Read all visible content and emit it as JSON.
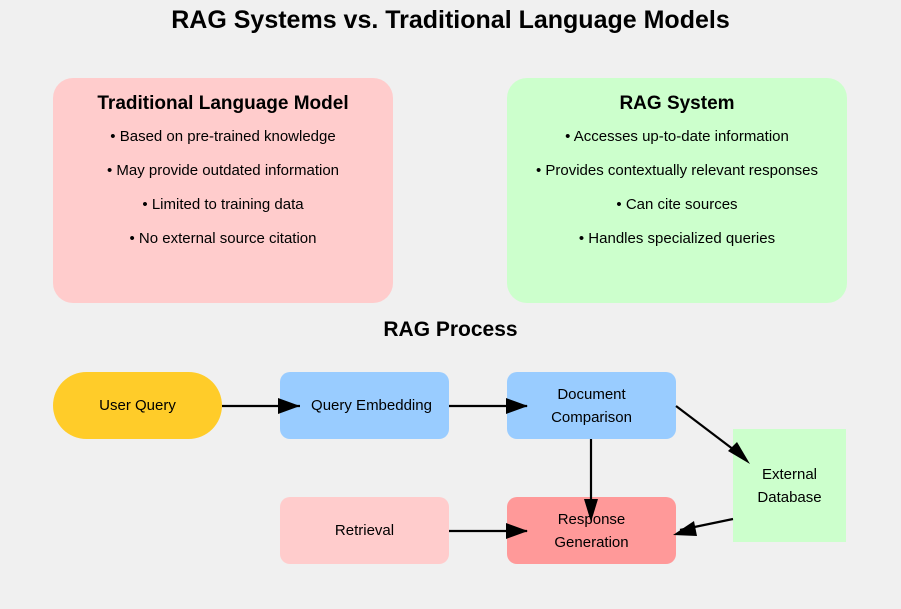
{
  "title": "RAG Systems vs. Traditional Language Models",
  "comparison": {
    "traditional": {
      "heading": "Traditional Language Model",
      "color": "#ffcccc",
      "items": [
        "• Based on pre-trained knowledge",
        "• May provide outdated information",
        "• Limited to training data",
        "• No external source citation"
      ]
    },
    "rag": {
      "heading": "RAG System",
      "color": "#ccffcc",
      "items": [
        "• Accesses up-to-date information",
        "• Provides contextually relevant responses",
        "• Can cite sources",
        "• Handles specialized queries"
      ]
    }
  },
  "process": {
    "title": "RAG Process",
    "nodes": {
      "user_query": {
        "label": "User Query",
        "color": "#ffcc29"
      },
      "query_embedding": {
        "label": "Query Embedding",
        "color": "#99ccff"
      },
      "document_comparison": {
        "line1": "Document",
        "line2": "Comparison",
        "color": "#99ccff"
      },
      "external_database": {
        "line1": "External",
        "line2": "Database",
        "color": "#ccffcc"
      },
      "retrieval": {
        "label": "Retrieval",
        "color": "#ffcccc"
      },
      "response_generation": {
        "line1": "Response",
        "line2": "Generation",
        "color": "#ff9999"
      }
    },
    "edges": [
      {
        "from": "User Query",
        "to": "Query Embedding"
      },
      {
        "from": "Query Embedding",
        "to": "Document Comparison"
      },
      {
        "from": "Document Comparison",
        "to": "External Database"
      },
      {
        "from": "Document Comparison",
        "to": "Response Generation"
      },
      {
        "from": "External Database",
        "to": "Response Generation"
      },
      {
        "from": "Retrieval",
        "to": "Response Generation"
      }
    ]
  }
}
